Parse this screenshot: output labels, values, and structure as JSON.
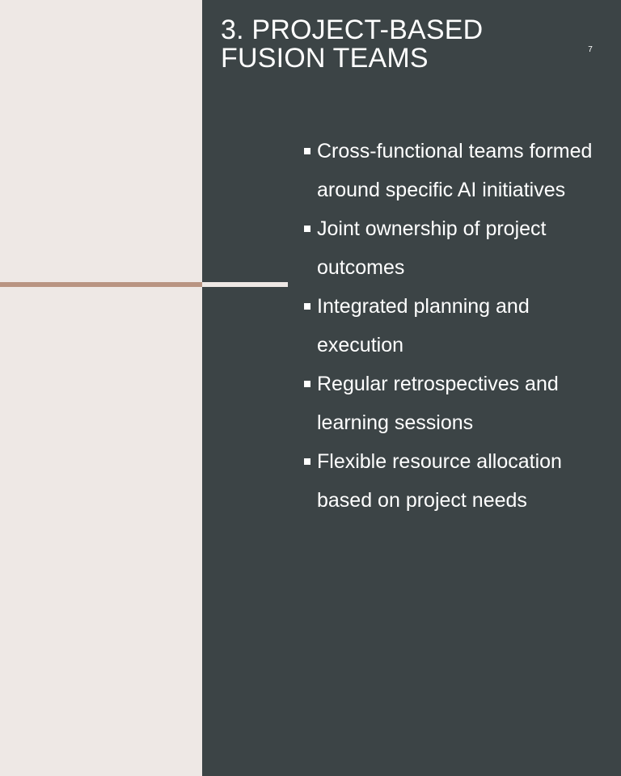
{
  "slide": {
    "title": "3. PROJECT-BASED\nFUSION TEAMS",
    "page_number": "7",
    "bullets": [
      "Cross-functional teams formed around specific AI initiatives",
      "Joint ownership of project outcomes",
      "Integrated planning and execution",
      "Regular retrospectives and learning sessions",
      "Flexible resource allocation based on project needs"
    ]
  },
  "colors": {
    "left_background": "#EEE8E5",
    "right_background": "#3C4446",
    "accent_line": "#B99482",
    "text": "#FFFFFF"
  }
}
